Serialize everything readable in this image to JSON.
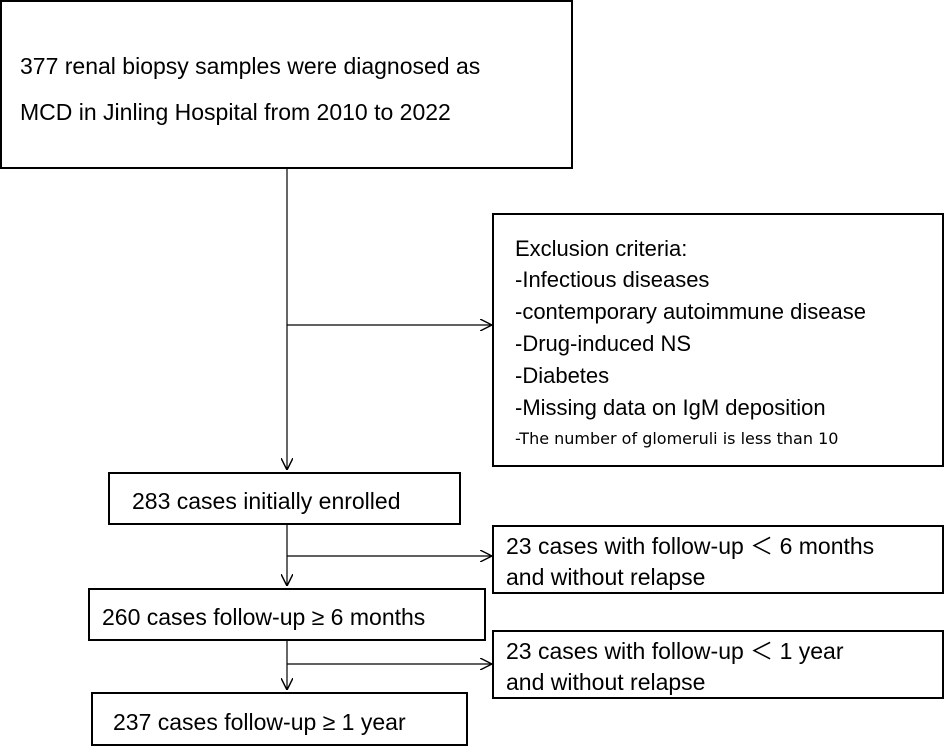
{
  "top_box": {
    "line1": "377 renal biopsy samples were diagnosed as",
    "line2": "MCD in Jinling Hospital from 2010 to 2022"
  },
  "exclusion_box": {
    "title": "Exclusion criteria:",
    "items": [
      "-Infectious diseases",
      "-contemporary autoimmune disease",
      "-Drug-induced NS",
      "-Diabetes",
      "-Missing data on IgM deposition",
      "-The number of glomeruli is less than 10"
    ]
  },
  "enrolled_box": {
    "text": "283 cases initially enrolled"
  },
  "exclusion_6m_box": {
    "line1": "23 cases with follow-up ＜ 6 months",
    "line2": "and without relapse"
  },
  "followup_6m_box": {
    "text": "260 cases follow-up ≥ 6 months"
  },
  "exclusion_1y_box": {
    "line1": "23 cases with follow-up ＜ 1 year",
    "line2": "and without relapse"
  },
  "followup_1y_box": {
    "text": "237 cases follow-up ≥ 1 year"
  }
}
